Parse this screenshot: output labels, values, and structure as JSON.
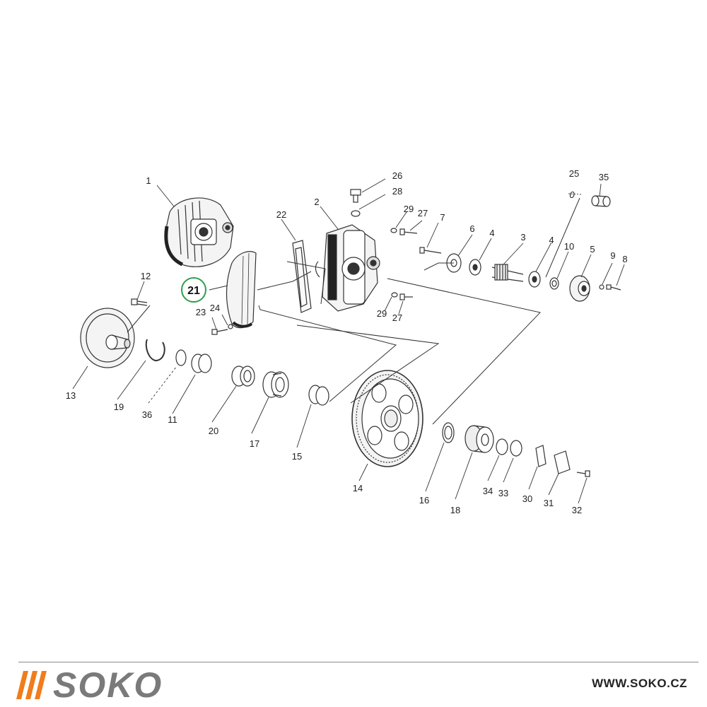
{
  "colors": {
    "brand_orange": "#f07d1a",
    "brand_gray": "#7a7a7a",
    "highlight_green": "#2e9e4c",
    "line": "#333333"
  },
  "highlight_part": "21",
  "labels": {
    "p1": "1",
    "p2": "2",
    "p3": "3",
    "p4a": "4",
    "p4b": "4",
    "p5": "5",
    "p6": "6",
    "p7": "7",
    "p8": "8",
    "p9": "9",
    "p10": "10",
    "p11": "11",
    "p12": "12",
    "p13": "13",
    "p14": "14",
    "p15": "15",
    "p16": "16",
    "p17": "17",
    "p18": "18",
    "p19": "19",
    "p20": "20",
    "p21": "21",
    "p22": "22",
    "p23": "23",
    "p24": "24",
    "p25": "25",
    "p25_sub": "0",
    "p26": "26",
    "p27a": "27",
    "p27b": "27",
    "p28": "28",
    "p29a": "29",
    "p29b": "29",
    "p30": "30",
    "p31": "31",
    "p32": "32",
    "p33": "33",
    "p34": "34",
    "p35": "35",
    "p36": "36"
  },
  "footer": {
    "brand": "SOKO",
    "url": "WWW.SOKO.CZ"
  }
}
